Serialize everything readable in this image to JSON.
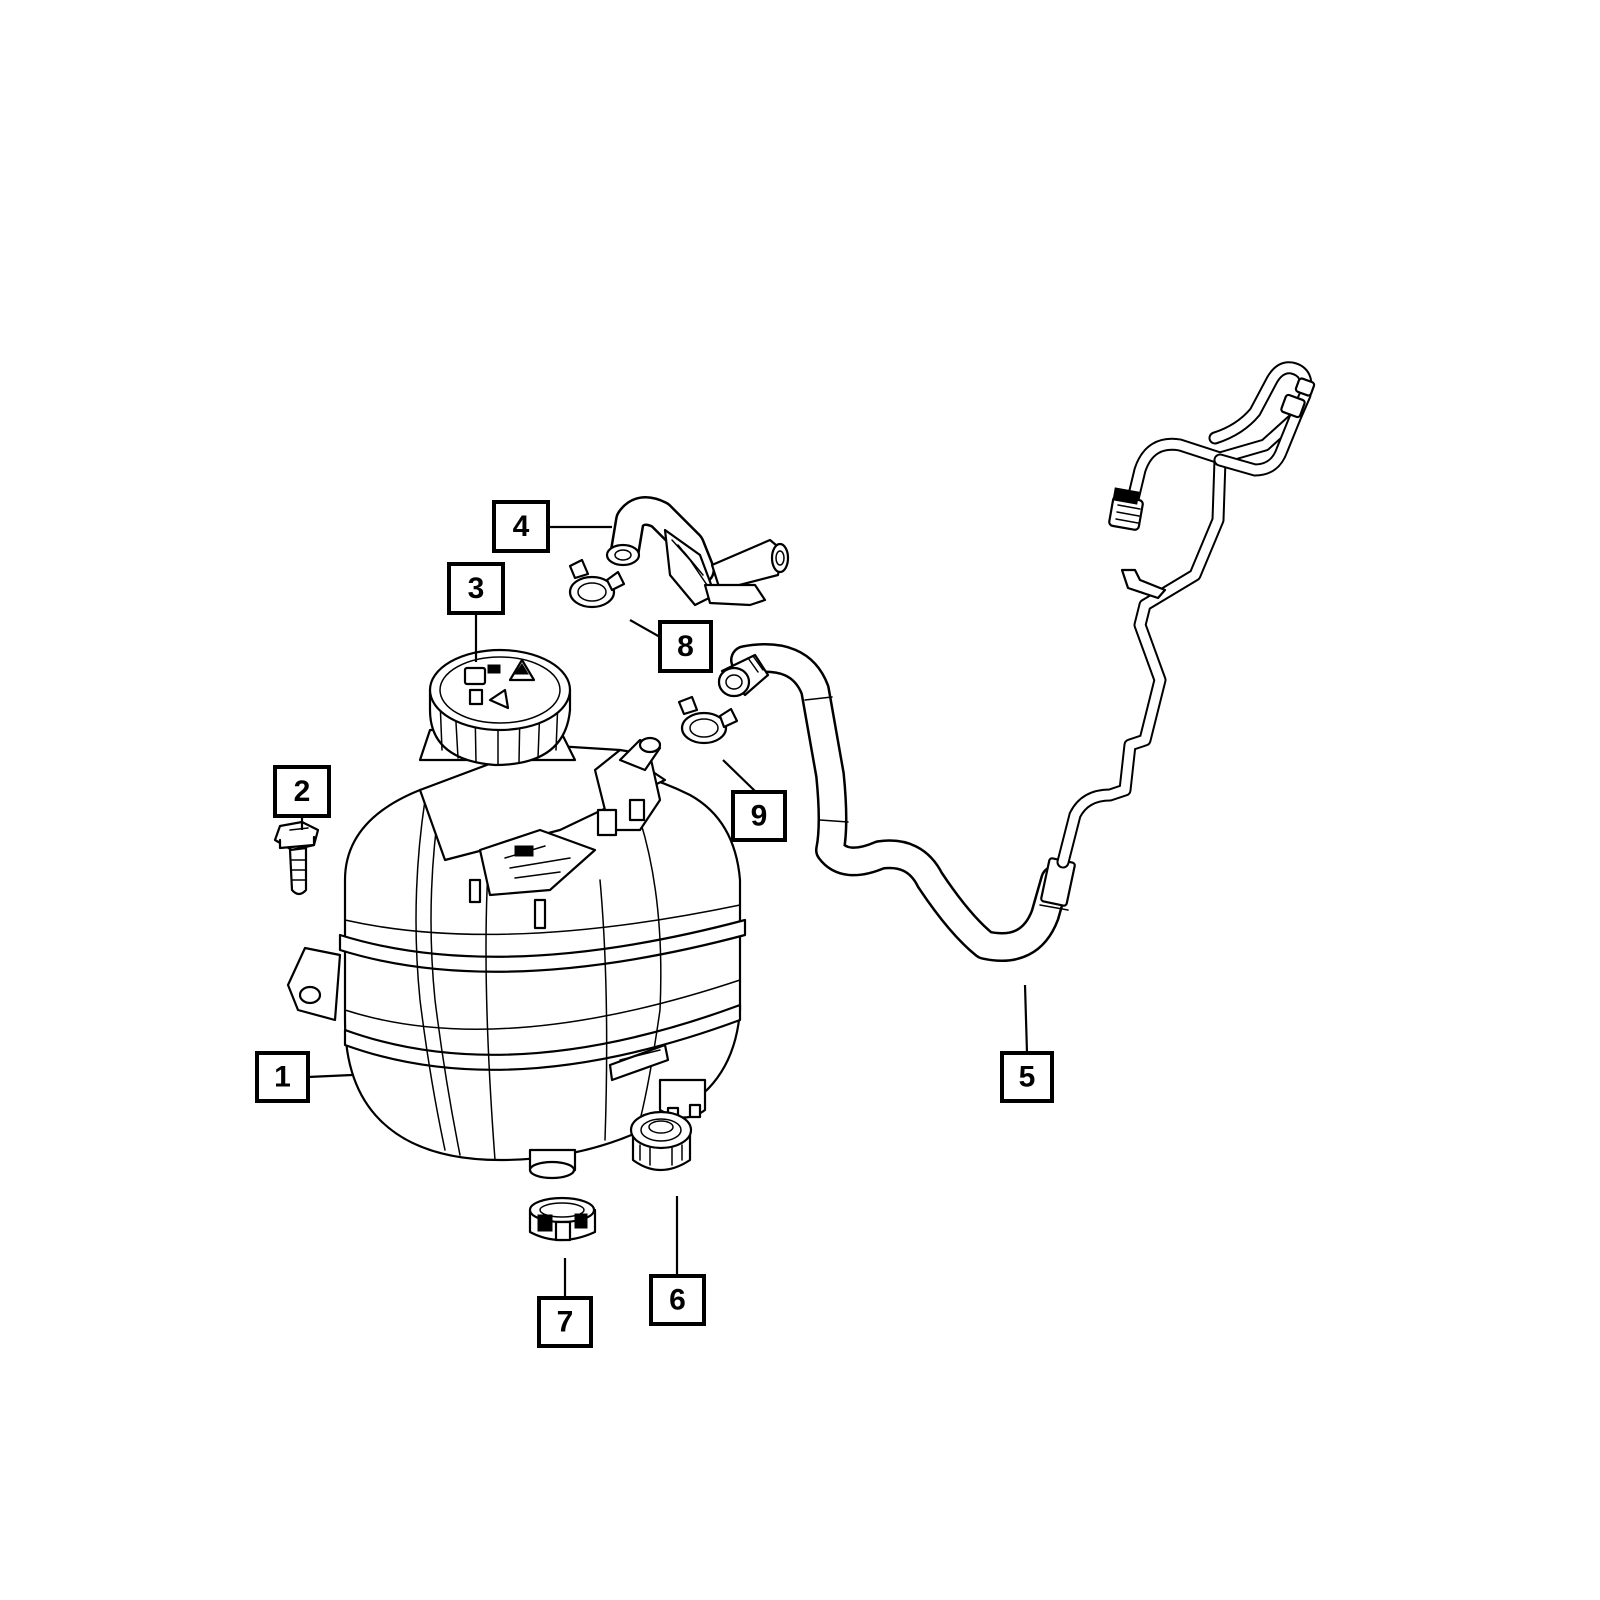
{
  "callouts": [
    {
      "id": "1",
      "label": "1",
      "part": "coolant-reservoir"
    },
    {
      "id": "2",
      "label": "2",
      "part": "bolt"
    },
    {
      "id": "3",
      "label": "3",
      "part": "pressure-cap"
    },
    {
      "id": "4",
      "label": "4",
      "part": "vent-hose"
    },
    {
      "id": "5",
      "label": "5",
      "part": "supply-hose"
    },
    {
      "id": "6",
      "label": "6",
      "part": "drain-plug"
    },
    {
      "id": "7",
      "label": "7",
      "part": "hose-clamp"
    },
    {
      "id": "8",
      "label": "8",
      "part": "hose-clamp"
    },
    {
      "id": "9",
      "label": "9",
      "part": "hose-clamp"
    }
  ],
  "colors": {
    "line": "#000000",
    "background": "#ffffff"
  }
}
